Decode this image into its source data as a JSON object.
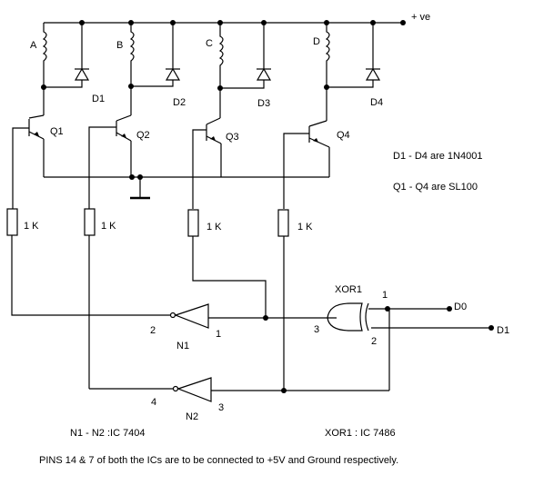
{
  "supply": {
    "label": "+ ve"
  },
  "coils": [
    {
      "label": "A"
    },
    {
      "label": "B"
    },
    {
      "label": "C"
    },
    {
      "label": "D"
    }
  ],
  "diodes": [
    {
      "label": "D1"
    },
    {
      "label": "D2"
    },
    {
      "label": "D3"
    },
    {
      "label": "D4"
    }
  ],
  "transistors": [
    {
      "label": "Q1"
    },
    {
      "label": "Q2"
    },
    {
      "label": "Q3"
    },
    {
      "label": "Q4"
    }
  ],
  "resistors": [
    {
      "label": "1 K"
    },
    {
      "label": "1 K"
    },
    {
      "label": "1 K"
    },
    {
      "label": "1 K"
    }
  ],
  "gates": {
    "n1": {
      "label": "N1",
      "pin_in": "2",
      "pin_out": "1"
    },
    "n2": {
      "label": "N2",
      "pin_in": "4",
      "pin_out": "3"
    },
    "xor": {
      "label": "XOR1",
      "pin_in1": "1",
      "pin_in2": "2",
      "pin_out": "3"
    }
  },
  "outputs": {
    "d0": "D0",
    "d1": "D1"
  },
  "notes": {
    "diodes": "D1 - D4 are 1N4001",
    "transistors": "Q1 - Q4 are SL100",
    "n_ic": "N1 - N2 :IC 7404",
    "xor_ic": "XOR1 : IC 7486",
    "pins": "PINS 14 & 7 of both the ICs are to be connected to +5V and Ground respectively."
  }
}
